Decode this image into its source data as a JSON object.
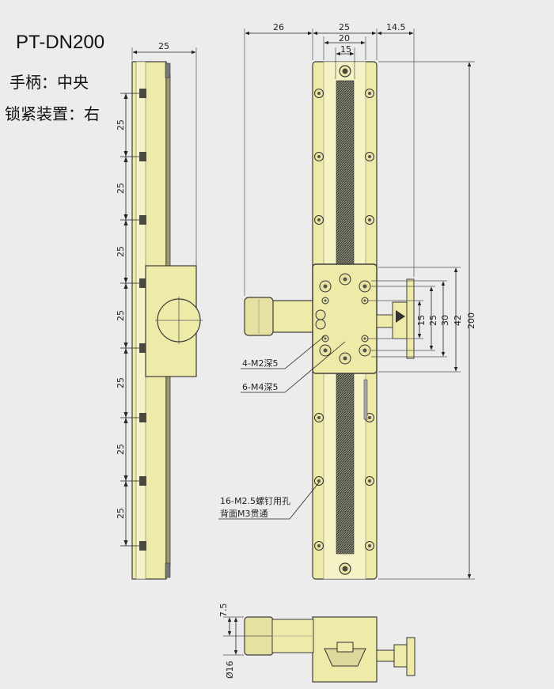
{
  "header": {
    "model": "PT-DN200",
    "handle": "手柄：中央",
    "lock": "锁紧装置：右"
  },
  "side_view": {
    "width_dim": "25",
    "pitch_dims": [
      "25",
      "25",
      "25",
      "25",
      "25",
      "25",
      "25"
    ]
  },
  "front_view": {
    "top_dims": [
      "26",
      "25",
      "20",
      "15",
      "14.5"
    ],
    "right_dims": [
      "15",
      "25",
      "30",
      "42",
      "200"
    ],
    "callouts": {
      "m2": "4-M2深5",
      "m4": "6-M4深5",
      "screw_line1": "16-M2.5螺钉用孔",
      "screw_line2": "背面M3贯通"
    }
  },
  "bottom_view": {
    "dim_height": "7.5",
    "dim_diameter": "Ø16"
  },
  "colors": {
    "body": "#eeeaa8",
    "body_light": "#f5f2c6",
    "outline": "#3c3c3c",
    "screw": "#4a4a40",
    "background": "#ececec"
  }
}
